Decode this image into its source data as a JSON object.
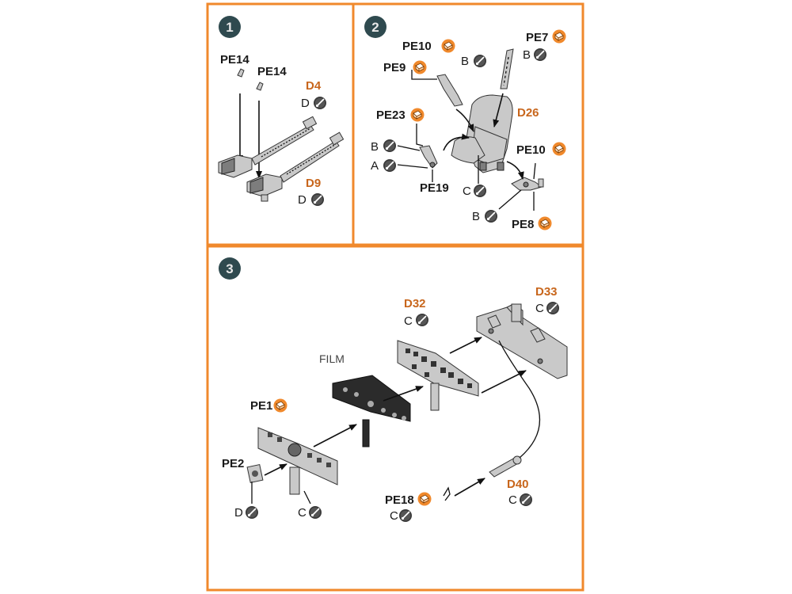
{
  "colors": {
    "frame": "#f0892c",
    "step_badge": "#2f4a4f",
    "orange_text": "#c8661c",
    "pe_badge": "#f0892c"
  },
  "icons": {
    "paint_symbol": "paint-symbol-icon",
    "photo_etch_symbol": "photo-etch-icon"
  },
  "steps": [
    {
      "number": "1",
      "labels": {
        "pe14_a": "PE14",
        "pe14_b": "PE14",
        "d4": "D4",
        "d4_paint": "D",
        "d9": "D9",
        "d9_paint": "D"
      }
    },
    {
      "number": "2",
      "labels": {
        "pe10_top": "PE10",
        "pe9": "PE9",
        "b_top": "B",
        "pe7": "PE7",
        "pe7_paint": "B",
        "pe23": "PE23",
        "d26": "D26",
        "b_left": "B",
        "a_left": "A",
        "pe19": "PE19",
        "c_seat": "C",
        "pe10_right": "PE10",
        "b_bottom": "B",
        "pe8": "PE8"
      }
    },
    {
      "number": "3",
      "labels": {
        "d32": "D32",
        "d32_paint": "C",
        "d33": "D33",
        "d33_paint": "C",
        "film": "FILM",
        "pe1": "PE1",
        "pe2": "PE2",
        "d_paint": "D",
        "c_paint": "C",
        "pe18": "PE18",
        "pe18_paint": "C",
        "d40": "D40",
        "d40_paint": "C"
      }
    }
  ]
}
